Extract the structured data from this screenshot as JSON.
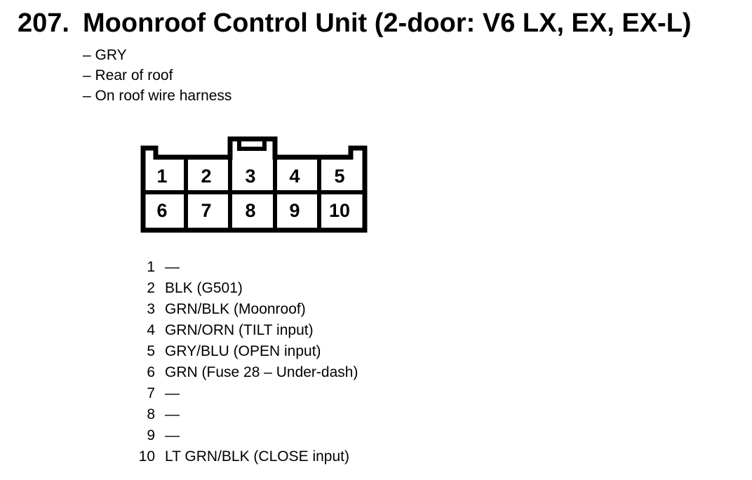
{
  "heading": {
    "number": "207.",
    "title": "Moonroof Control Unit (2-door: V6 LX, EX, EX-L)"
  },
  "notes": [
    "– GRY",
    "– Rear of roof",
    "– On roof wire harness"
  ],
  "connector": {
    "top_row": [
      "1",
      "2",
      "3",
      "4",
      "5"
    ],
    "bottom_row": [
      "6",
      "7",
      "8",
      "9",
      "10"
    ]
  },
  "pin_list": [
    {
      "pin": "1",
      "label": "—"
    },
    {
      "pin": "2",
      "label": "BLK (G501)"
    },
    {
      "pin": "3",
      "label": "GRN/BLK (Moonroof)"
    },
    {
      "pin": "4",
      "label": "GRN/ORN (TILT input)"
    },
    {
      "pin": "5",
      "label": "GRY/BLU (OPEN input)"
    },
    {
      "pin": "6",
      "label": "GRN (Fuse 28 – Under-dash)"
    },
    {
      "pin": "7",
      "label": "—"
    },
    {
      "pin": "8",
      "label": "—"
    },
    {
      "pin": "9",
      "label": "—"
    },
    {
      "pin": "10",
      "label": "LT GRN/BLK (CLOSE input)"
    }
  ],
  "colors": {
    "ink": "#000000",
    "paper": "#ffffff"
  }
}
